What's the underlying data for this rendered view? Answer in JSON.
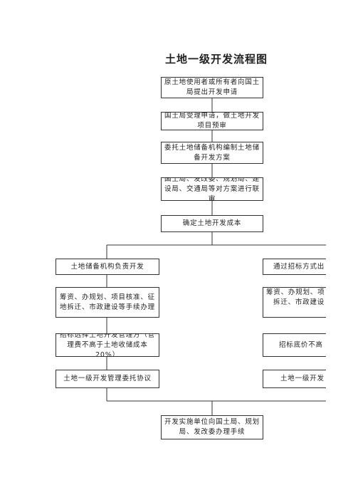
{
  "title": "土地一级开发流程图",
  "center_steps": [
    "原土地使用者或所有者向国土局提出开发申请",
    "国土局受理申请，做土地开发项目预审",
    "委托土地储备机构编制土地储备开发方案",
    "国土局、发改委、规划局、建设局、交通局等对方案进行联审",
    "确定土地开发成本"
  ],
  "left_branch": [
    "土地储备机构负责开发",
    "筹资、办规划、项目核准、征地拆迁、市政建设等手续办理",
    "招标选择土地开发管理方（管理费不高于土地收储成本20%）",
    "土地一级开发管理委托协议"
  ],
  "right_branch": [
    "通过招标方式出",
    "筹资、办规划、项",
    "拆迁、市政建设",
    "招标底价不高",
    "土地一级开发"
  ],
  "final_step": "开发实施单位向国土局、规划局、发改委办理手续"
}
